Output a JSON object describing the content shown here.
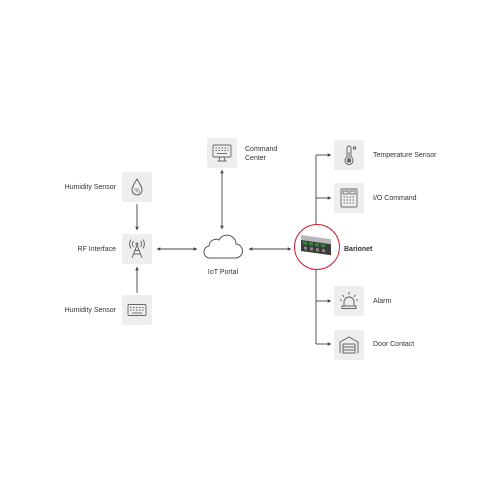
{
  "nodes": {
    "humidity_sensor_top": {
      "label": "Humidity Sensor",
      "icon": "droplet-icon"
    },
    "rf_interface": {
      "label": "RF Interface",
      "icon": "antenna-icon"
    },
    "humidity_sensor_bottom": {
      "label": "Humidity Sensor",
      "icon": "keyboard-icon"
    },
    "command_center": {
      "label_line1": "Command",
      "label_line2": "Center",
      "icon": "monitor-icon"
    },
    "iot_portal": {
      "label": "IoT Portal",
      "icon": "cloud-icon"
    },
    "barionet": {
      "label": "Barionet",
      "icon": "barionet-device-icon",
      "highlight_color": "#d11f2b"
    },
    "temperature_sensor": {
      "label": "Temperature Sensor",
      "icon": "thermometer-icon"
    },
    "io_command": {
      "label": "I/O Command",
      "icon": "keypad-icon"
    },
    "alarm": {
      "label": "Alarm",
      "icon": "siren-icon"
    },
    "door_contact": {
      "label": "Door Contact",
      "icon": "garage-door-icon"
    }
  },
  "colors": {
    "icon_box": "#eeeeee",
    "icon_stroke": "#666666",
    "connector": "#444444",
    "highlight": "#d11f2b"
  }
}
